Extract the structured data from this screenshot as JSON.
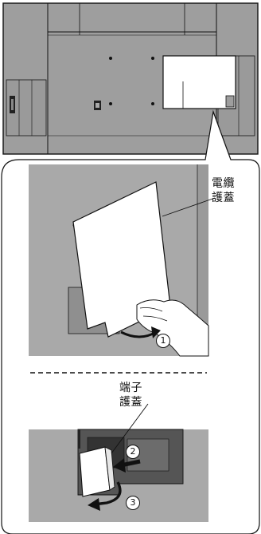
{
  "labels": {
    "cable_cover": "電纜\n護蓋",
    "terminal_cover": "端子\n護蓋"
  },
  "steps": {
    "step1": "1",
    "step2": "2",
    "step3": "3"
  },
  "colors": {
    "panel_gray": "#9e9e9e",
    "scene_gray": "#a9a9a9",
    "cover_white": "#ffffff",
    "outline": "#111111"
  }
}
